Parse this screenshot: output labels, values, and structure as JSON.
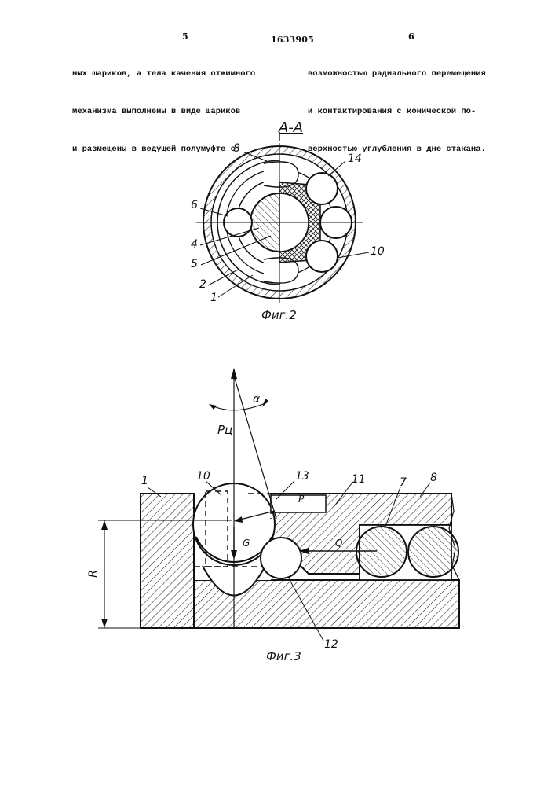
{
  "header": {
    "page_left": "5",
    "patent_number": "1633905",
    "page_right": "6"
  },
  "text": {
    "left_column": [
      "ных шариков, а тела качения отжимного",
      "механизма выполнены в виде шариков",
      "и размещены в ведущей полумуфте с"
    ],
    "right_column": [
      "возможностью радиального перемещения",
      "и контактирования с конической по-",
      "верхностью углубления в дне стакана."
    ]
  },
  "figure2": {
    "section_label": "А-А",
    "caption": "Фиг.2",
    "labels": [
      "8",
      "14",
      "6",
      "4",
      "5",
      "2",
      "1",
      "10"
    ]
  },
  "figure3": {
    "caption": "Фиг.3",
    "labels": [
      "1",
      "10",
      "13",
      "11",
      "7",
      "8",
      "12"
    ],
    "force_labels": [
      "Pц",
      "α",
      "P",
      "G",
      "Q",
      "R"
    ]
  }
}
